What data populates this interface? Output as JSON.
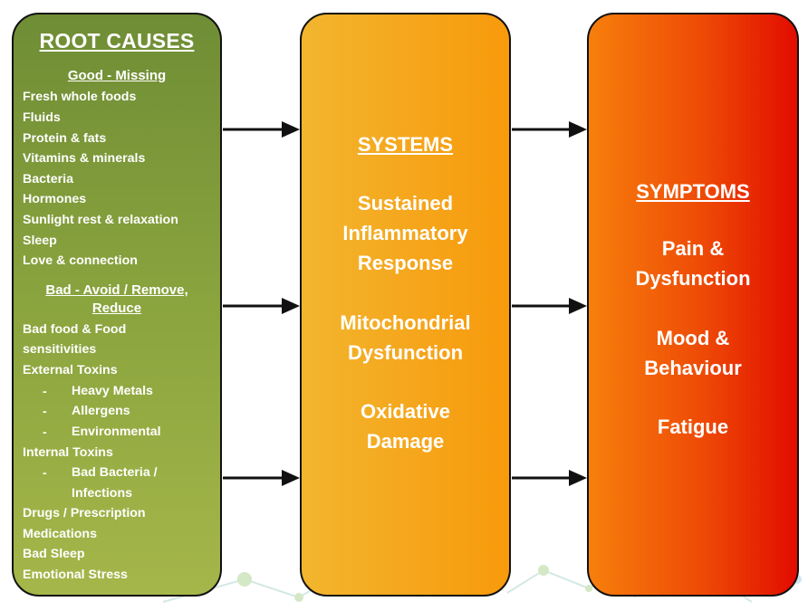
{
  "root_causes": {
    "title": "ROOT CAUSES",
    "good_heading": "Good - Missing",
    "good_items": [
      "Fresh whole foods",
      "Fluids",
      "Protein & fats",
      "Vitamins & minerals",
      "Bacteria",
      "Hormones",
      "Sunlight rest & relaxation",
      "Sleep",
      "Love & connection"
    ],
    "bad_heading_line1": "Bad - Avoid / Remove,",
    "bad_heading_line2": "Reduce",
    "bad_items": [
      "Bad food & Food",
      "sensitivities",
      "External Toxins",
      "Heavy Metals",
      "Allergens",
      "Environmental",
      "Internal Toxins",
      "Bad Bacteria /",
      "Infections",
      "Drugs / Prescription",
      "Medications",
      "Bad Sleep",
      "Emotional Stress"
    ],
    "dash": "-"
  },
  "systems": {
    "title": "SYSTEMS",
    "items": [
      [
        "Sustained",
        "Inflammatory",
        "Response"
      ],
      [
        "Mitochondrial",
        "Dysfunction"
      ],
      [
        "Oxidative",
        "Damage"
      ]
    ]
  },
  "symptoms": {
    "title": "SYMPTOMS",
    "items": [
      [
        "Pain &",
        "Dysfunction"
      ],
      [
        "Mood &",
        "Behaviour"
      ],
      [
        "Fatigue"
      ]
    ]
  },
  "colors": {
    "causes": "#8aa43e",
    "systems": "#f5a71d",
    "symptoms": "#ee4a06",
    "arrow": "#111111"
  }
}
